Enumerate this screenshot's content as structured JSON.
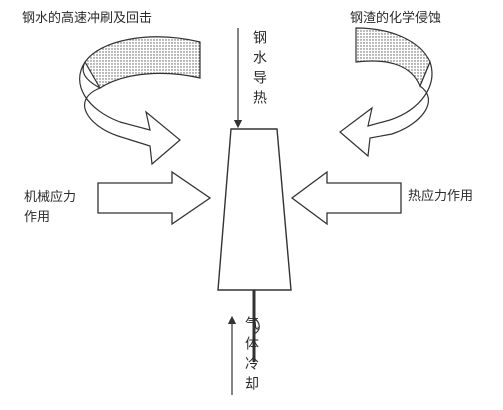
{
  "labels": {
    "erosion_flush": "钢水的高速冲刷及回击",
    "slag_corrosion": "钢渣的化学侵蚀",
    "molten_heat_conduction": "钢水导热",
    "mechanical_stress": "机械应力\n作用",
    "thermal_stress": "热应力作用",
    "gas_cooling": "气体冷却"
  },
  "colors": {
    "stroke": "#333333",
    "hatch": "#666666",
    "background": "#ffffff"
  },
  "icons": {
    "left_curved": "curved-arrow-icon",
    "right_curved": "curved-arrow-icon",
    "left_block": "block-arrow-right-icon",
    "right_block": "block-arrow-left-icon"
  }
}
